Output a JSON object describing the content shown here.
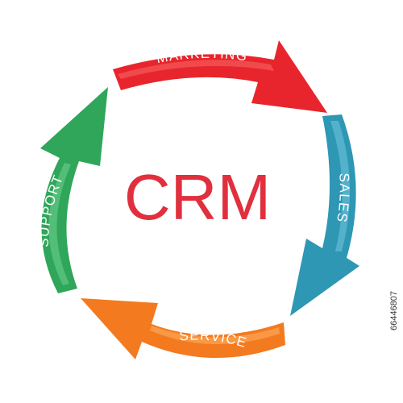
{
  "diagram": {
    "center_title": "CRM",
    "stages": [
      {
        "key": "marketing",
        "label": "MARKETING",
        "color": "#e8252c",
        "highlight": "#f76a6a",
        "shadow": "#b8161c"
      },
      {
        "key": "sales",
        "label": "SALES",
        "color": "#2e97b4",
        "highlight": "#6cc3da",
        "shadow": "#1d6f86"
      },
      {
        "key": "service",
        "label": "SERVICE",
        "color": "#f37a1f",
        "highlight": "#ffb066",
        "shadow": "#c75a0d"
      },
      {
        "key": "support",
        "label": "SUPPORT",
        "color": "#2fa65a",
        "highlight": "#6fd18f",
        "shadow": "#1f7c40"
      }
    ],
    "title_color": "#e0303e"
  },
  "watermark": {
    "side_id": "66446807"
  }
}
